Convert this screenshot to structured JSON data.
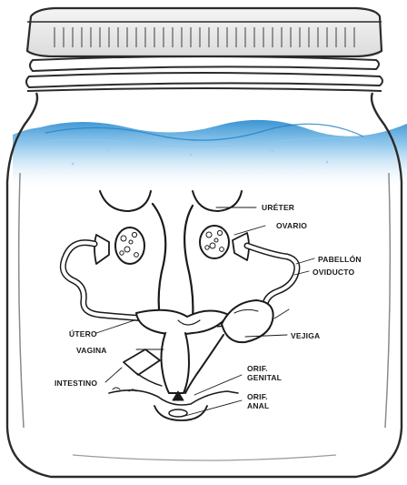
{
  "labels": {
    "ureter": "URÉTER",
    "ovario": "OVARIO",
    "pabellon": "PABELLÓN",
    "oviducto": "OVIDUCTO",
    "utero": "ÚTERO",
    "vejiga": "VEJIGA",
    "vagina": "VAGINA",
    "intestino": "INTESTINO",
    "orif_genital_1": "ORIF.",
    "orif_genital_2": "GENITAL",
    "orif_anal_1": "ORIF.",
    "orif_anal_2": "ANAL"
  },
  "colors": {
    "water": "#3b9bd6",
    "glass_outline": "#2b2b2b",
    "ink": "#1a1a1a"
  },
  "icons": [
    "jar-lid",
    "jar-glass",
    "water-surface"
  ]
}
